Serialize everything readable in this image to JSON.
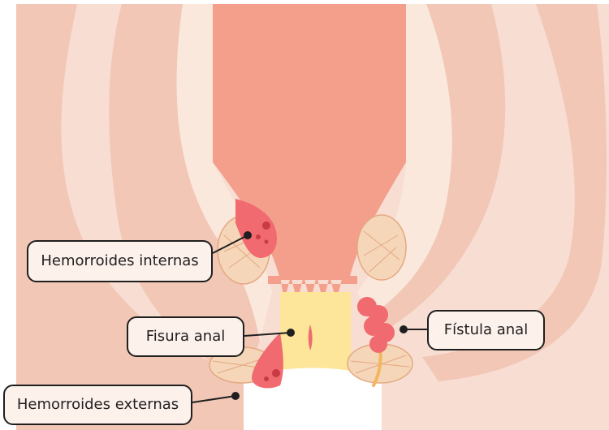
{
  "labels": {
    "internal_hemorrhoids": "Hemorroides internas",
    "anal_fissure": "Fisura anal",
    "anal_fistula": "Fístula anal",
    "external_hemorrhoids": "Hemorroides externas"
  },
  "colors": {
    "background": "#ffffff",
    "outer_tissue": "#f7ddd2",
    "muscle": "#f2c7b6",
    "inner_layer": "#fbe8dc",
    "rectum": "#f39f8c",
    "canal": "#fde59a",
    "lesion": "#f06a6f",
    "lesion_dark": "#c93a44",
    "fat_pad": "#f5d6b8",
    "fat_lines": "#e5a882",
    "fistula_tract": "#f2b65e",
    "callout_fill": "#fdf1ec",
    "callout_border": "#1f1f1f",
    "leader_line": "#1f1f1f"
  }
}
